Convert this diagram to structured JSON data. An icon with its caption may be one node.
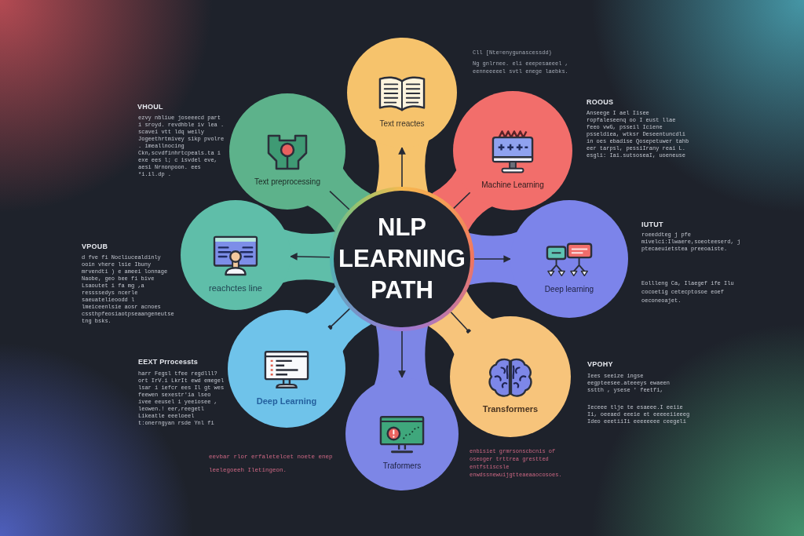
{
  "diagram": {
    "nodes": [
      {
        "text": [
          "NLP LEARNING PATH"
        ]
      },
      {
        "text": [
          "Text rreactes"
        ]
      },
      {
        "text": [
          "Text preprocessing"
        ]
      },
      {
        "text": [
          "Machine Learning"
        ]
      },
      {
        "text": [
          "reachctes line"
        ]
      },
      {
        "text": [
          "Deep learning"
        ]
      },
      {
        "text": [
          "Deep Learning"
        ]
      },
      {
        "text": [
          "Transformers"
        ]
      },
      {
        "text": [
          "Traformers"
        ]
      }
    ],
    "edges": [
      {
        "from": 0,
        "to": 1,
        "arrow": "to"
      },
      {
        "from": 0,
        "to": 2,
        "arrow": "none"
      },
      {
        "from": 0,
        "to": 3,
        "arrow": "none"
      },
      {
        "from": 0,
        "to": 4,
        "arrow": "to"
      },
      {
        "from": 0,
        "to": 5,
        "arrow": "to"
      },
      {
        "from": 0,
        "to": 6,
        "arrow": "other"
      },
      {
        "from": 0,
        "to": 7,
        "arrow": "other"
      },
      {
        "from": 0,
        "to": 8,
        "arrow": "to"
      }
    ],
    "labels": [
      "Cll [Nte=enygunascessdd)",
      "Ng gnlrnee. eli eeepesaeeel , eenneeeeel svtl enege laebks.",
      "VHOUL",
      "ezvy nbliue joseeecd part i sroyd. revdhble iv lea . scavei vtt ldq weily Jogeethrtmivey sikp pvolre . imeallnocing Ckn,scvdfinhrtcpeals.ta i exe ees l; c isvdel eve, aesi Nrnonpoon. ees *i.il.dp .",
      "ROOUS",
      "Anseege I ael Iisee ropfaleseenq oo I eust llae feeo vwG, psseil Iciene psseldiea, wtksr Deseentuncdli in oes ebadise Qosepetuwer tahb eer tarpsl, pessiIrany reai L. esgli: Iai.sutsoseaI, uoeneuse",
      "VPOUB",
      "d fve fi Nocliucealdinly ooin vhere lsie Ibuny mrvendti ) e ameei lonnage Naobe, geo bee fi bive Lsaoutet i fa mg ,a ressssedys ncerle saeuatelieoodd l lmeiceenlsie aosr acnoes cssthpfeosiaotpseaangeneutsetng bsks.",
      "IUTUT",
      "roeeddteg j pfe mivelci:Ilwaere,soeoteeserd, j ptecaeuietstea preeoaiste.",
      "Eollleng Ca, Ilaegef ife Ilu cocoetig cetecptosoe eoef oeconeoajet.",
      "EEXT Prrocessts",
      "harr Fegsl tfee regdlll? ort IrV.i LkrIt ewd emegel lsar i iefcr ees Il gt wes feewen sexestr'ia lseo ivee eeusel i yeeiosee , leowen.! eer,reegetl Likeatle eeeloeel t:onerngyan rsde Ynl fi",
      "VPOHY",
      "Iees seeize ingse eegpteesee.ateeeys ewaeen sstth , ysese ' feetfi,",
      "Ieceee tlje te esaeee.I eeiie Ii, oeeaed eeeie et eeeeeiieeeg Ideo eeetiiIi eeeeeeee ceegeli",
      "eevbar rlor erfaletelcet noete enep leelegoeeh Iletingeon.",
      "enbisiet grmrsonscbcnis of oseoger trttrea grestted entfstiscsle enwdssnewuijgtteaeaaocosoes."
    ]
  }
}
